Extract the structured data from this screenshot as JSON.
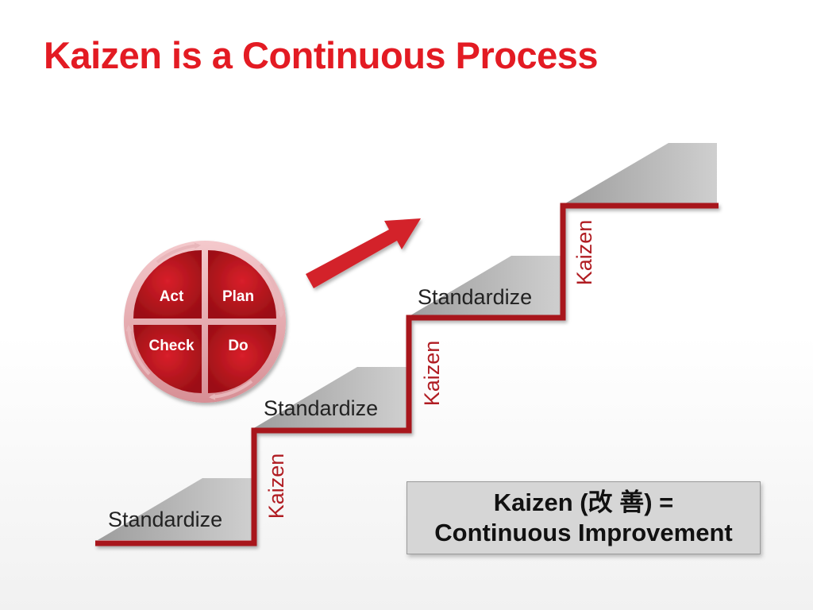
{
  "title": "Kaizen is a Continuous Process",
  "cycle": {
    "act": "Act",
    "plan": "Plan",
    "check": "Check",
    "do": "Do"
  },
  "steps": {
    "standardize_1": "Standardize",
    "standardize_2": "Standardize",
    "standardize_3": "Standardize",
    "kaizen_1": "Kaizen",
    "kaizen_2": "Kaizen",
    "kaizen_3": "Kaizen"
  },
  "summary": {
    "line1": "Kaizen (改 善) =",
    "line2": "Continuous Improvement"
  },
  "colors": {
    "accent_red": "#e31b23",
    "stair_red": "#a8141b",
    "step_gray": "#bdbdbd"
  }
}
